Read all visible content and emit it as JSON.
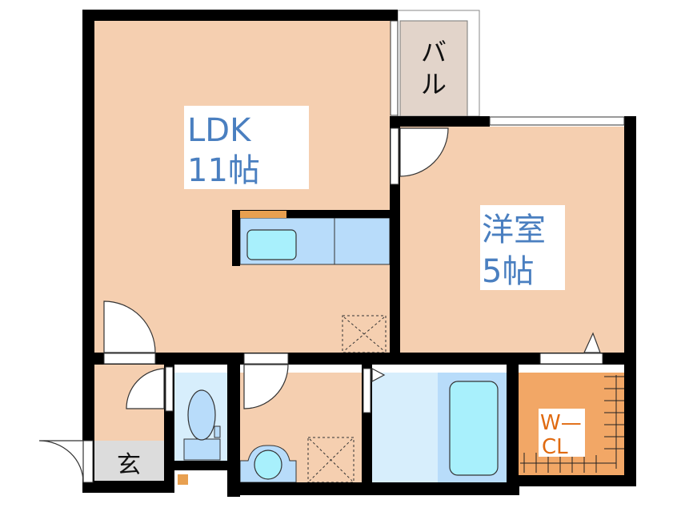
{
  "floor_plan": {
    "rooms": {
      "ldk": {
        "name": "LDK",
        "size": "11帖"
      },
      "western_room": {
        "name": "洋室",
        "size": "5帖"
      },
      "balcony": {
        "name_line1": "バ",
        "name_line2": "ル"
      },
      "walk_in_closet": {
        "name_line1": "W—",
        "name_line2": "CL"
      },
      "entrance": {
        "name": "玄"
      }
    },
    "colors": {
      "room_floor": "#f5cfb0",
      "wet_area": "#d7eefc",
      "fixture": "#b8dcfa",
      "closet": "#f2a766",
      "entrance": "#dcdcdc",
      "balcony": "#e2d4ca",
      "label_text": "#4a7fc0",
      "closet_label": "#e06a10"
    }
  }
}
